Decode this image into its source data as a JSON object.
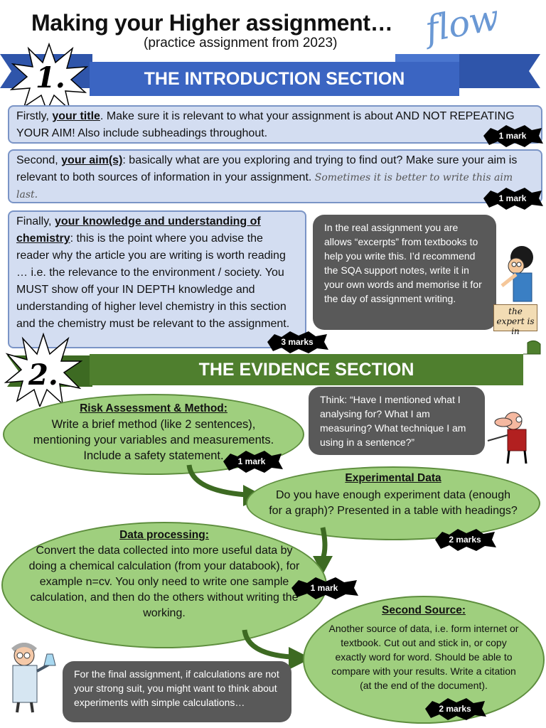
{
  "header": {
    "title": "Making your Higher assignment…",
    "subtitle": "(practice assignment from 2023)",
    "flow": "flow"
  },
  "section1": {
    "number": "1.",
    "banner": "THE INTRODUCTION SECTION",
    "box1": {
      "pre": "Firstly, ",
      "highlight": "your title",
      "post": ".  Make sure it is relevant to what your assignment is about AND NOT REPEATING YOUR AIM!  Also include subheadings throughout.",
      "mark": "1 mark"
    },
    "box2": {
      "pre": "Second, ",
      "highlight": "your aim(s)",
      "post": ": basically what are you exploring and trying to find out? Make sure your aim is relevant to both sources of information in your assignment.  ",
      "script": "Sometimes it is better to write this aim last.",
      "mark": "1 mark"
    },
    "box3": {
      "pre": "Finally, ",
      "highlight": "your knowledge and understanding of chemistry",
      "post": ": this is the point where you advise the reader why the article you are writing is worth reading … i.e. the relevance to the environment / society.  You MUST show off your IN DEPTH knowledge and understanding of higher level chemistry in this section and the chemistry must be relevant to the assignment.",
      "mark": "3 marks"
    },
    "bubble": "In the real assignment you are allows “excerpts” from textbooks to help you write this.  I’d recommend the SQA support notes, write it in your own words and memorise it for the day of assignment writing.",
    "expert_sign": "the expert is in"
  },
  "section2": {
    "number": "2.",
    "banner": "THE EVIDENCE SECTION",
    "think_bubble": "Think: “Have I mentioned what I analysing for? What I am measuring? What technique I am using in a sentence?”",
    "risk": {
      "heading": "Risk Assessment & Method:",
      "body": "Write a brief method (like 2 sentences), mentioning your variables and measurements. Include a safety statement.",
      "mark": "1 mark"
    },
    "experimental": {
      "heading": "Experimental Data",
      "body": "Do you have enough experiment data (enough for a graph)? Presented in a table with headings?",
      "mark": "2 marks"
    },
    "processing": {
      "heading": "Data processing:",
      "body": "Convert the data collected into more useful data by doing a chemical calculation (from your databook), for example n=cv.  You only need to write one sample calculation, and then do the others without writing the working.",
      "mark": "1 mark"
    },
    "second": {
      "heading": "Second Source:",
      "body": "Another source of data, i.e. form internet or textbook.  Cut out and stick in, or copy exactly word for word. Should be able to compare with your results. Write a citation (at the end of the document).",
      "mark": "2 marks"
    },
    "final_bubble": "For the final assignment, if calculations are not your strong suit, you might want to think about experiments with simple calculations…"
  },
  "colors": {
    "blue_banner": "#3b65c2",
    "green_banner": "#4f7f2e",
    "blue_box": "#d3ddf1",
    "green_ellipse": "#9fcf7e",
    "bubble": "#595959"
  }
}
